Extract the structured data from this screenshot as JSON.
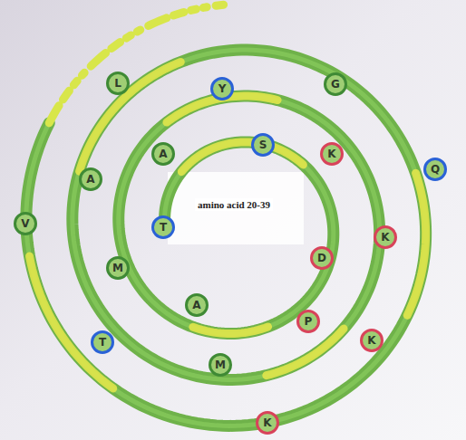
{
  "diagram": {
    "nodes": [
      {
        "text": [
          "L"
        ]
      },
      {
        "text": [
          "G"
        ]
      },
      {
        "text": [
          "Y"
        ]
      },
      {
        "text": [
          "S"
        ]
      },
      {
        "text": [
          "A"
        ]
      },
      {
        "text": [
          "K"
        ]
      },
      {
        "text": [
          "Q"
        ]
      },
      {
        "text": [
          "A"
        ]
      },
      {
        "text": [
          "V"
        ]
      },
      {
        "text": [
          "T"
        ]
      },
      {
        "text": [
          "K"
        ]
      },
      {
        "text": [
          "D"
        ]
      },
      {
        "text": [
          "M"
        ]
      },
      {
        "text": [
          "A"
        ]
      },
      {
        "text": [
          "P"
        ]
      },
      {
        "text": [
          "K"
        ]
      },
      {
        "text": [
          "T"
        ]
      },
      {
        "text": [
          "M"
        ]
      },
      {
        "text": [
          "K"
        ]
      }
    ],
    "labels": [
      "amino acid 20-39"
    ]
  }
}
